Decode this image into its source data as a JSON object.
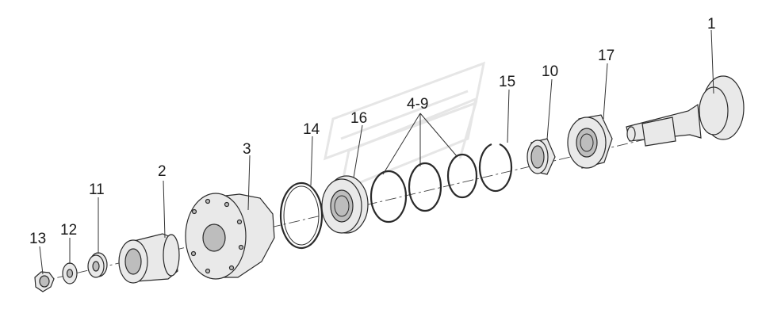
{
  "callouts": [
    {
      "id": "1",
      "text": "1"
    },
    {
      "id": "2",
      "text": "2"
    },
    {
      "id": "3",
      "text": "3"
    },
    {
      "id": "4-9",
      "text": "4-9"
    },
    {
      "id": "10",
      "text": "10"
    },
    {
      "id": "11",
      "text": "11"
    },
    {
      "id": "12",
      "text": "12"
    },
    {
      "id": "13",
      "text": "13"
    },
    {
      "id": "14",
      "text": "14"
    },
    {
      "id": "15",
      "text": "15"
    },
    {
      "id": "16",
      "text": "16"
    },
    {
      "id": "17",
      "text": "17"
    }
  ],
  "colors": {
    "line": "#2a2a2a",
    "fill": "#e9e9e9",
    "shade": "#bdbdbd",
    "watermark": "#e6e6e6"
  }
}
